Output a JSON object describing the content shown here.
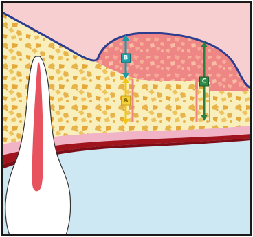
{
  "markers": {
    "a": {
      "letter": "A",
      "box_color": "#f2d03a",
      "text_color": "#8a6b00",
      "arrow_color": "#f2c418"
    },
    "b": {
      "letter": "B",
      "box_color": "#20a0a8",
      "text_color": "#e6ffff",
      "arrow_color": "#1c9aa6"
    },
    "c": {
      "letter": "C",
      "box_color": "#2f8a48",
      "text_color": "#e8ffe8",
      "arrow_color": "#2a8040"
    }
  },
  "palette": {
    "gingiva": "#f7cfd0",
    "graft": "#ef8686",
    "graft_outline": "#2b3d90",
    "bone": "#f9efbd",
    "trabecula": "#e6b44a",
    "periosteum_pink": "#f0b4c6",
    "cortical": "#a0141e",
    "sinus": "#cde7f3",
    "tooth": "#ffffff",
    "pulp": "#e8515e"
  }
}
